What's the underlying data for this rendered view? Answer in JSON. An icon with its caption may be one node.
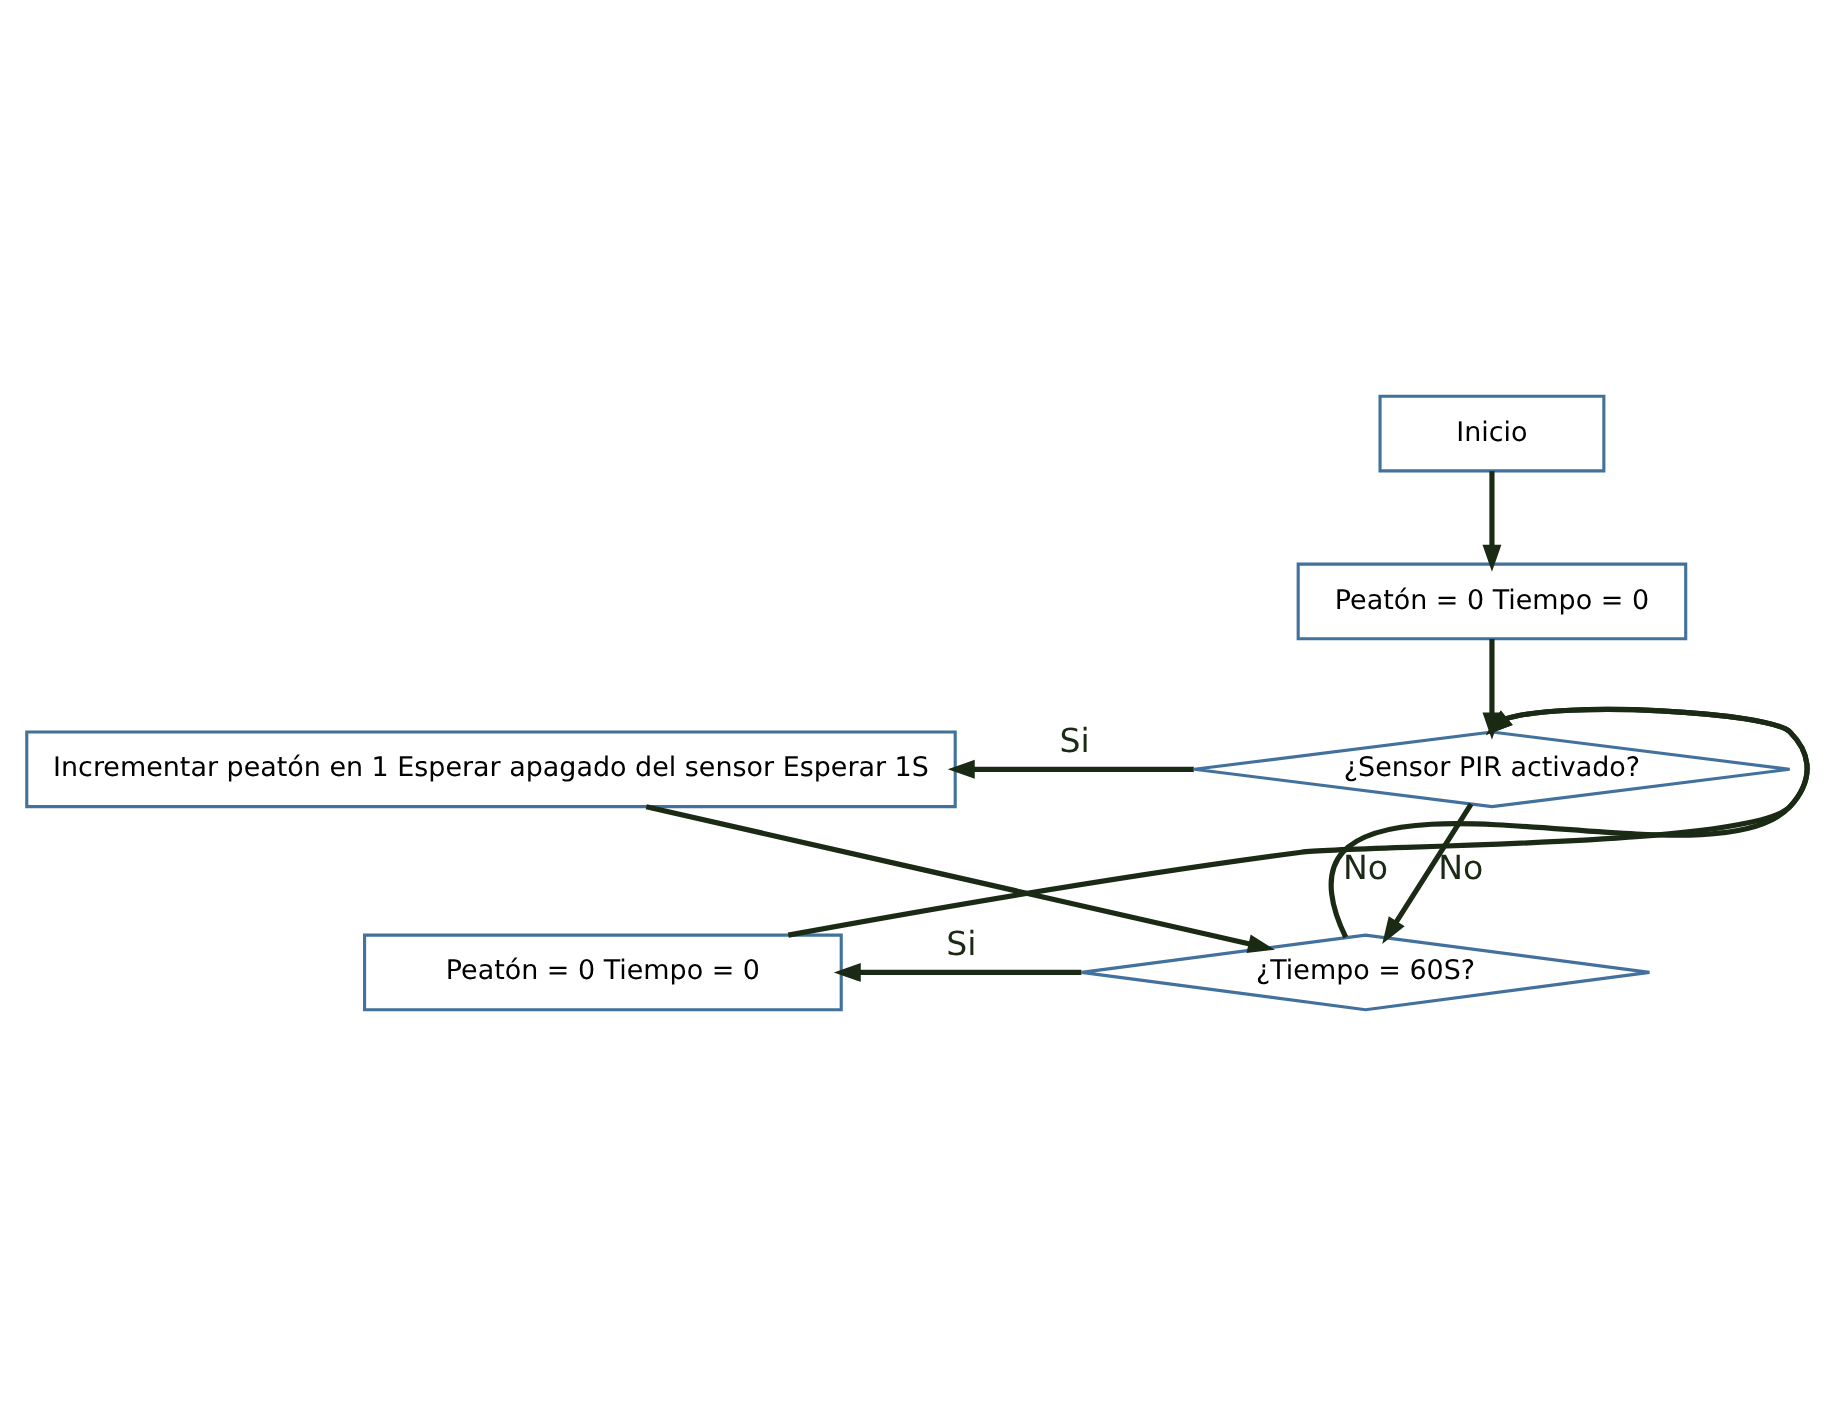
{
  "diagram": {
    "nodes": [
      {
        "text": [
          "Inicio"
        ]
      },
      {
        "text": [
          "Peatón = 0 Tiempo = 0"
        ]
      },
      {
        "text": [
          "¿Sensor PIR activado?"
        ]
      },
      {
        "text": [
          "Incrementar peatón en 1 Esperar apagado del sensor Esperar 1S"
        ]
      },
      {
        "text": [
          "¿Tiempo = 60S?"
        ]
      },
      {
        "text": [
          "Peatón = 0 Tiempo = 0"
        ]
      }
    ],
    "edges": [
      {
        "from": 0,
        "to": 1,
        "arrow": "to"
      },
      {
        "from": 1,
        "to": 2,
        "arrow": "to"
      },
      {
        "from": 2,
        "to": 3,
        "arrow": "to",
        "label": "Si"
      },
      {
        "from": 2,
        "to": 4,
        "arrow": "to",
        "label": "No"
      },
      {
        "from": 3,
        "to": 4,
        "arrow": "to"
      },
      {
        "from": 4,
        "to": 5,
        "arrow": "to",
        "label": "Si"
      },
      {
        "from": 4,
        "to": 2,
        "arrow": "to",
        "label": "No"
      },
      {
        "from": 5,
        "to": 2,
        "arrow": "to"
      }
    ]
  }
}
